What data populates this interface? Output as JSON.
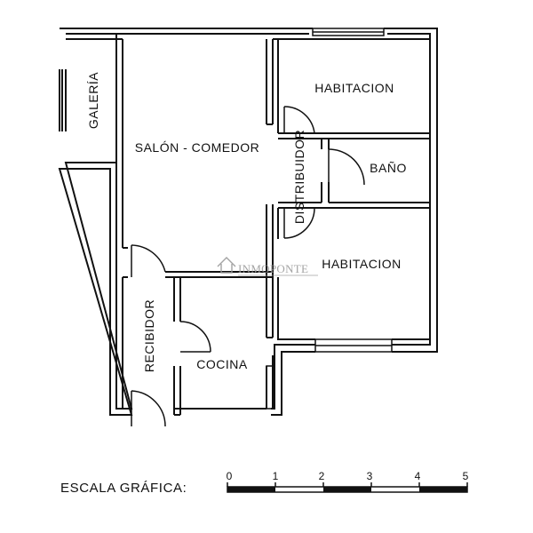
{
  "rooms": {
    "galeria": "GALERÍA",
    "salon_comedor": "SALÓN - COMEDOR",
    "habitacion_top": "HABITACION",
    "distribuidor": "DISTRIBUIDOR",
    "bano": "BAÑO",
    "habitacion_mid": "HABITACION",
    "recibidor": "RECIBIDOR",
    "cocina": "COCINA"
  },
  "watermark": "INMOPONTE",
  "scale": {
    "label": "ESCALA GRÁFICA:",
    "ticks": [
      "0",
      "1",
      "2",
      "3",
      "4",
      "5"
    ]
  },
  "colors": {
    "wall": "#111111",
    "background": "#ffffff",
    "watermark": "#9a9a9a"
  }
}
